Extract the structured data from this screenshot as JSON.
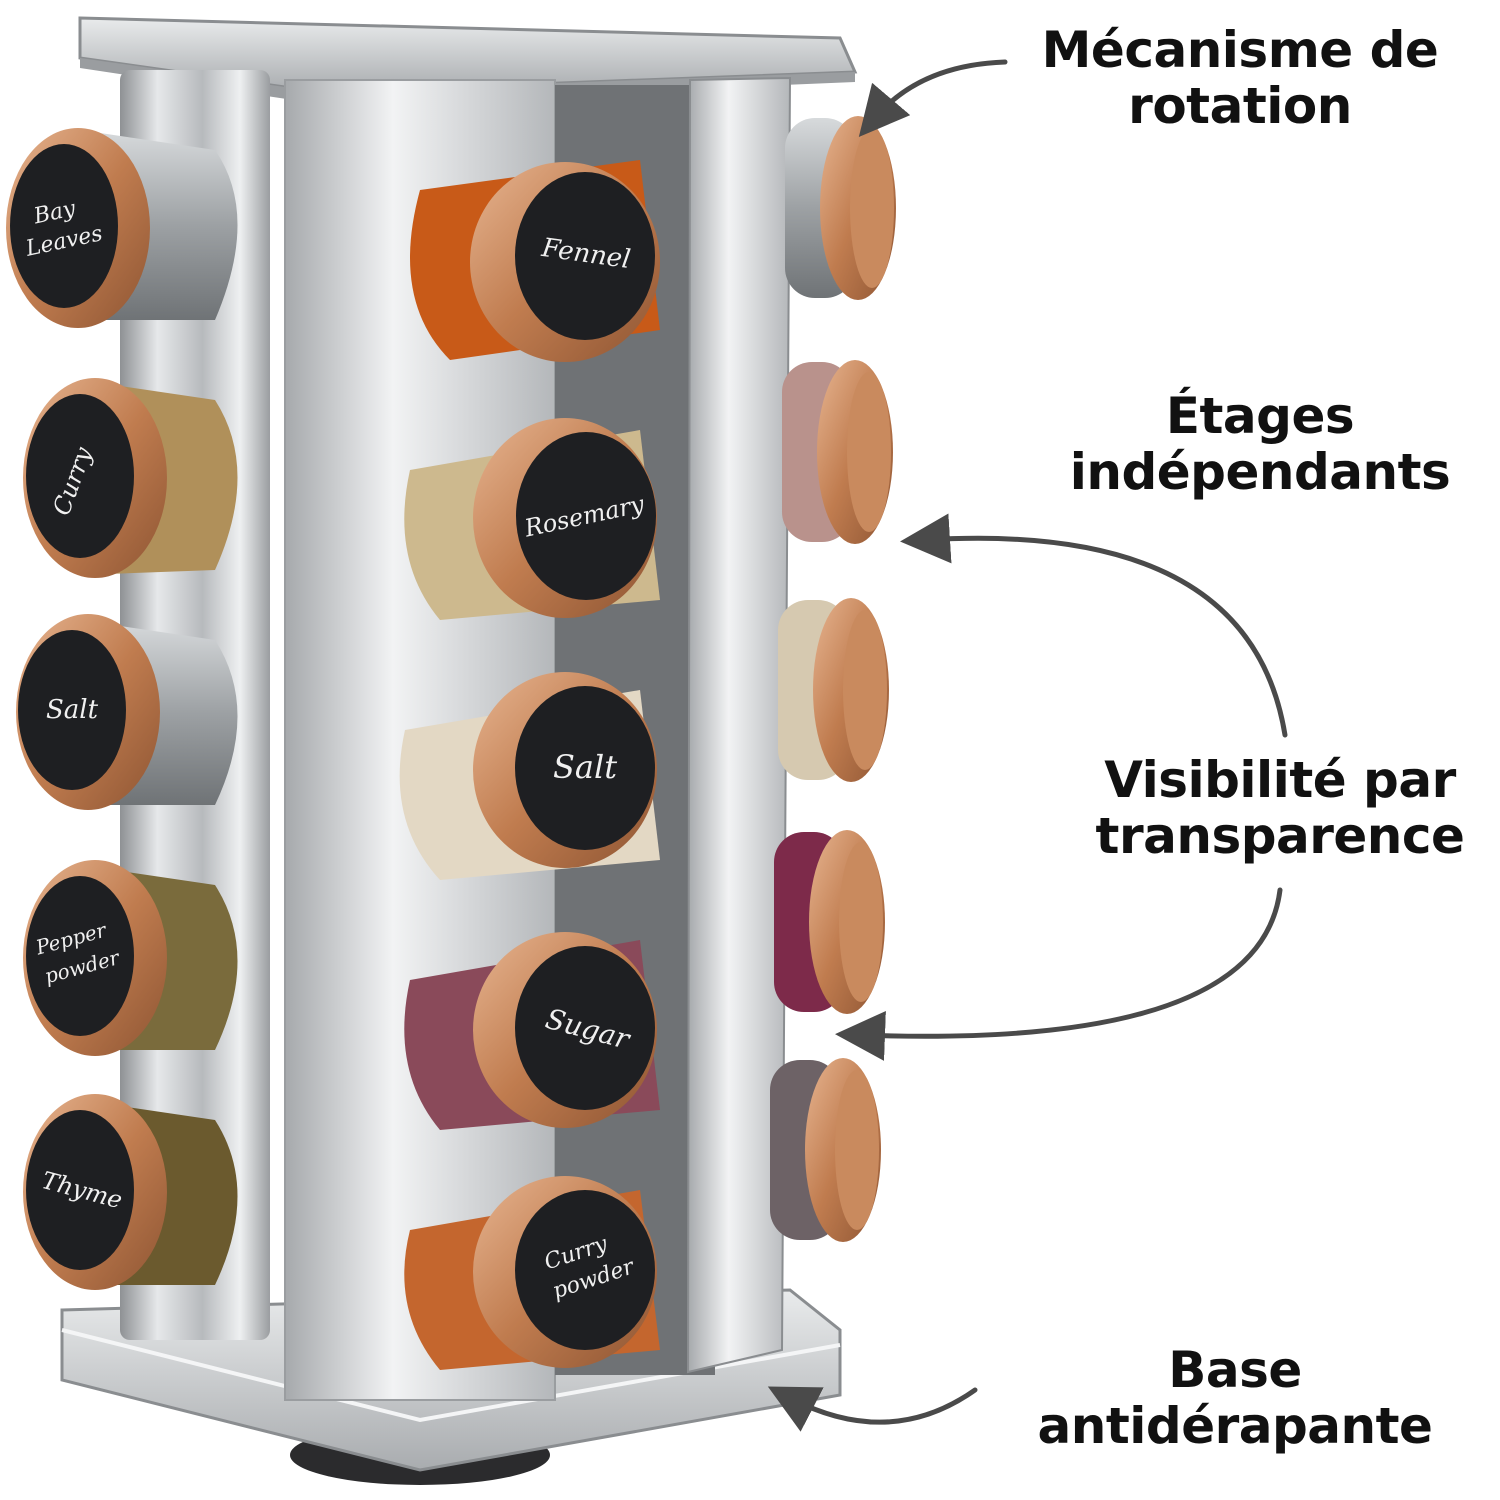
{
  "features": [
    {
      "line1": "Mécanisme de",
      "line2": "rotation"
    },
    {
      "line1": "Étages",
      "line2": "indépendants"
    },
    {
      "line1": "Visibilité par",
      "line2": "transparence"
    },
    {
      "line1": "Base",
      "line2": "antidérapante"
    }
  ],
  "jar_labels": {
    "left": [
      "Bay Leaves",
      "Curry",
      "Salt",
      "Pepper powder",
      "Thyme"
    ],
    "front": [
      "Fennel",
      "Rosemary",
      "Salt",
      "Sugar",
      "Curry powder"
    ]
  },
  "colors": {
    "steel": "#c9cbcd",
    "copper": "#c98a5e",
    "lid": "#1e1f22",
    "arrow": "#4a4a4a",
    "text": "#111111"
  }
}
